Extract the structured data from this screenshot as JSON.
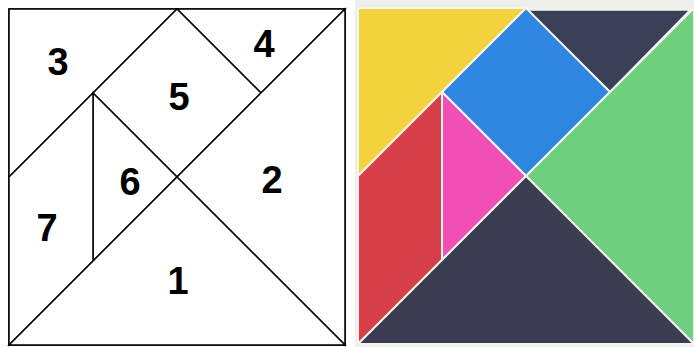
{
  "diagram": {
    "nodes": [
      {
        "text": [
          "3"
        ]
      },
      {
        "text": [
          "4"
        ]
      },
      {
        "text": [
          "5"
        ]
      },
      {
        "text": [
          "6"
        ]
      },
      {
        "text": [
          "2"
        ]
      },
      {
        "text": [
          "7"
        ]
      },
      {
        "text": [
          "1"
        ]
      }
    ]
  }
}
